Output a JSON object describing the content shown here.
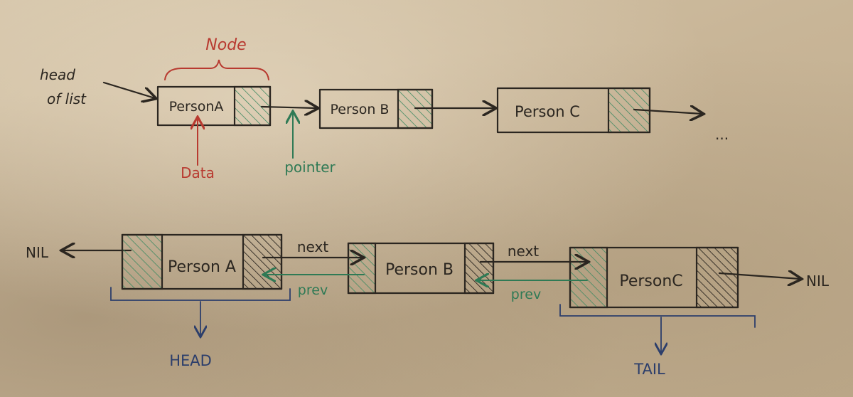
{
  "singly": {
    "node_label": "Node",
    "head_label_line1": "head",
    "head_label_line2": "of list",
    "data_label": "Data",
    "pointer_label": "pointer",
    "nodes": [
      "PersonA",
      "Person B",
      "Person C"
    ],
    "ellipsis": "..."
  },
  "doubly": {
    "nil_left": "NIL",
    "nil_right": "NIL",
    "nodes": [
      "Person A",
      "Person B",
      "PersonC"
    ],
    "next_labels": [
      "next",
      "next"
    ],
    "prev_labels": [
      "prev",
      "prev"
    ],
    "head_label": "HEAD",
    "tail_label": "TAIL"
  },
  "colors": {
    "ink_black": "#2b2620",
    "ink_red": "#b83a30",
    "ink_green": "#2f7a55",
    "ink_blue": "#2c3e6b",
    "hatch_black": "#2b2620",
    "hatch_green": "#3f8a62"
  }
}
